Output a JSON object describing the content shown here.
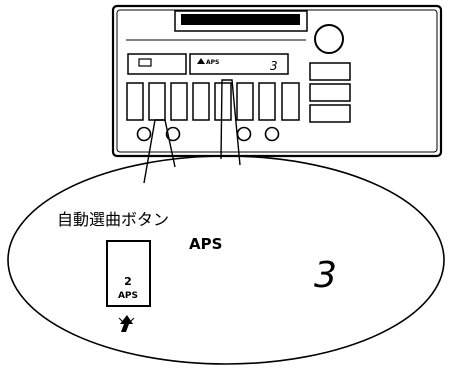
{
  "device": {
    "display_mode": "APS",
    "display_track": "3"
  },
  "callout": {
    "label": "自動選曲ボタン",
    "mode_text": "APS",
    "track_number": "3",
    "button": {
      "number": "2",
      "label": "APS"
    }
  },
  "icons": {
    "press_indicator": "press-arrow-icon"
  }
}
